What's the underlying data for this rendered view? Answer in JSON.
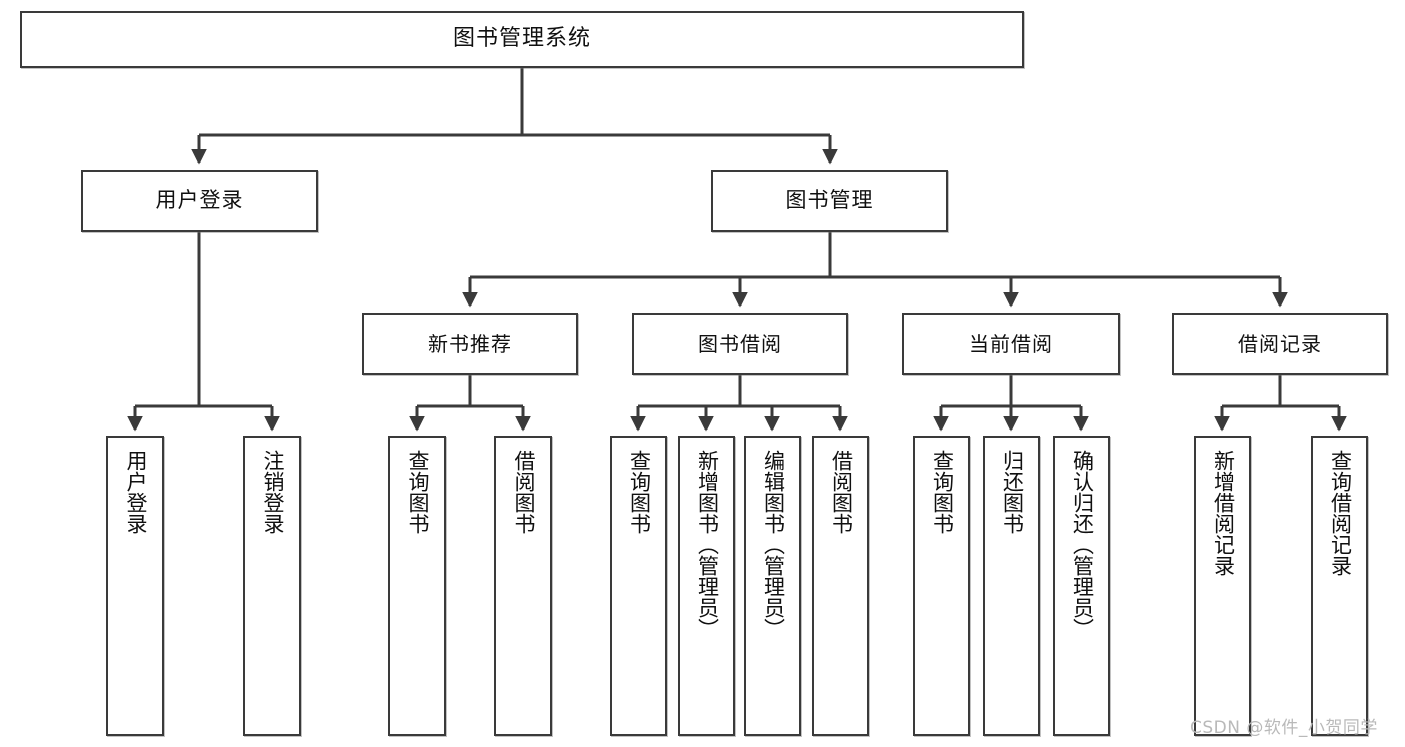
{
  "diagram": {
    "type": "tree",
    "title": "图书管理系统",
    "watermark": "CSDN @软件_小贺同学",
    "style": {
      "box_border_color": "#3a3a3a",
      "box_fill_color": "#ffffff",
      "line_color": "#3a3a3a",
      "text_color": "#101010",
      "background": "#ffffff"
    },
    "nodes": {
      "root": {
        "label": "图书管理系统"
      },
      "tier2": [
        {
          "label": "用户登录"
        },
        {
          "label": "图书管理"
        }
      ],
      "tier3": [
        {
          "label": "新书推荐"
        },
        {
          "label": "图书借阅"
        },
        {
          "label": "当前借阅"
        },
        {
          "label": "借阅记录"
        }
      ],
      "leaves": {
        "user_login": [
          {
            "label": "用户登录"
          },
          {
            "label": "注销登录"
          }
        ],
        "new_book_recommend": [
          {
            "label": "查询图书"
          },
          {
            "label": "借阅图书"
          }
        ],
        "book_borrow": [
          {
            "label": "查询图书"
          },
          {
            "label": "新增图书（管理员）"
          },
          {
            "label": "编辑图书（管理员）"
          },
          {
            "label": "借阅图书"
          }
        ],
        "current_borrow": [
          {
            "label": "查询图书"
          },
          {
            "label": "归还图书"
          },
          {
            "label": "确认归还（管理员）"
          }
        ],
        "borrow_record": [
          {
            "label": "新增借阅记录"
          },
          {
            "label": "查询借阅记录"
          }
        ]
      }
    }
  }
}
